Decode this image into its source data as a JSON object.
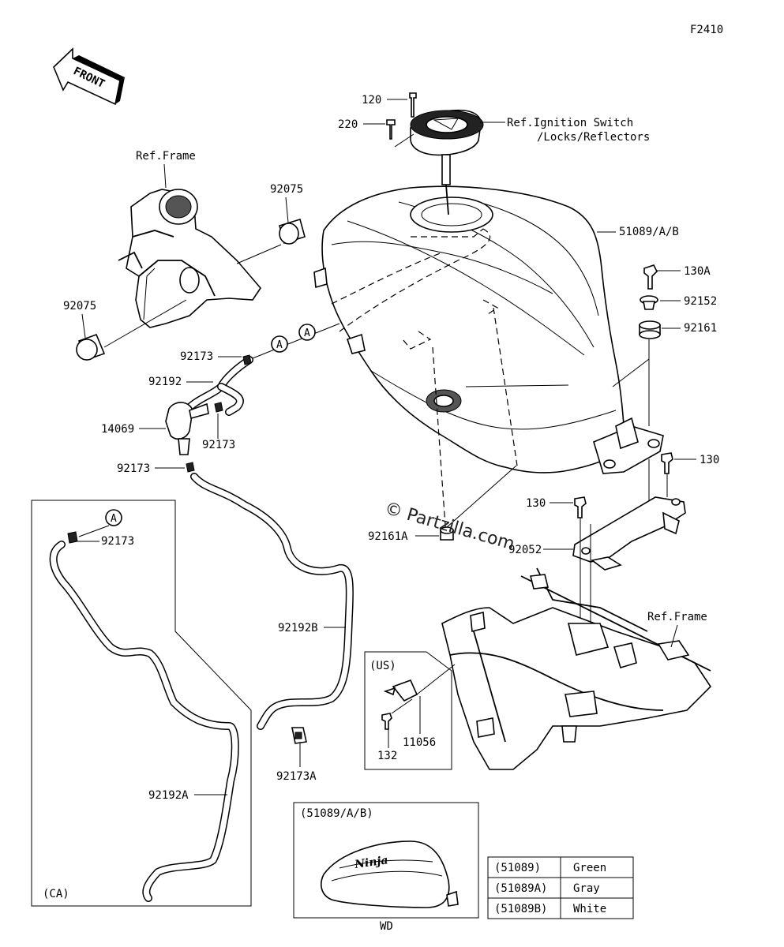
{
  "figure_code": "F2410",
  "front_arrow": "FRONT",
  "watermark": "© Partzilla.com",
  "labels": {
    "p120": "120",
    "p220": "220",
    "ref_ignition_1": "Ref.Ignition Switch",
    "ref_ignition_2": "/Locks/Reflectors",
    "ref_frame_top": "Ref.Frame",
    "p92075_top": "92075",
    "p92075_left": "92075",
    "p51089": "51089/A/B",
    "p130A": "130A",
    "p92152": "92152",
    "p92161": "92161",
    "p92173_a": "92173",
    "p92192": "92192",
    "p14069": "14069",
    "p92173_b": "92173",
    "p92173_c": "92173",
    "p130_right": "130",
    "p130_mid": "130",
    "p92161A": "92161A",
    "p92052": "92052",
    "ref_frame_bottom": "Ref.Frame",
    "p92192B": "92192B",
    "p92173A": "92173A",
    "p11056": "11056",
    "p132": "132",
    "us_tag": "(US)",
    "ca_tag": "(CA)",
    "p92173_ca": "92173",
    "p92192A": "92192A",
    "callout_a": "A",
    "wd_box_title": "(51089/A/B)",
    "wd_tag": "WD",
    "tank_logo": "Ninja"
  },
  "color_table": [
    {
      "part": "(51089)",
      "color": "Green"
    },
    {
      "part": "(51089A)",
      "color": "Gray"
    },
    {
      "part": "(51089B)",
      "color": "White"
    }
  ]
}
